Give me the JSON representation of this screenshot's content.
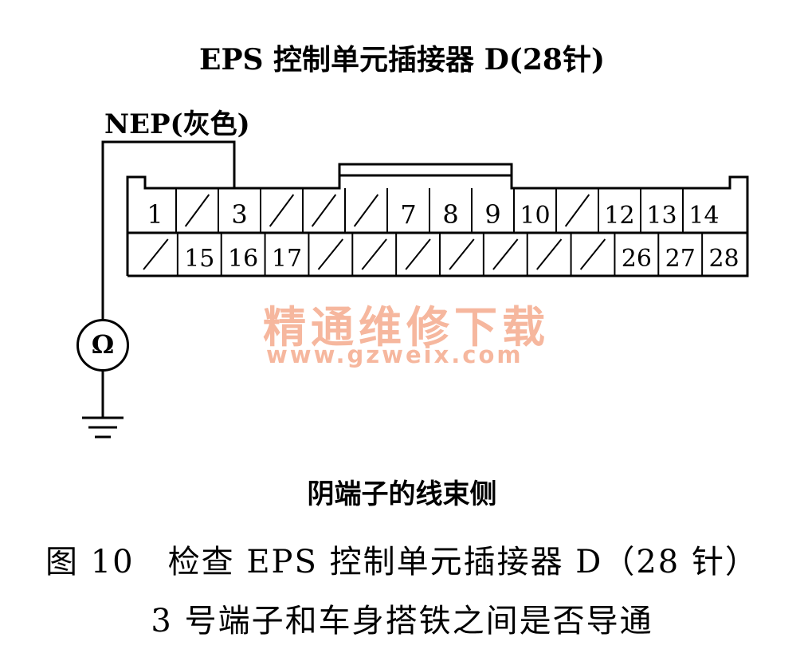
{
  "title": "EPS 控制单元插接器 D(28针)",
  "wire_label": "NEP(灰色)",
  "meter_symbol": "Ω",
  "ground_symbol": "ground-symbol",
  "connector": {
    "row1": [
      "1",
      "",
      "3",
      "",
      "",
      "",
      "7",
      "8",
      "9",
      "10",
      "",
      "12",
      "13",
      "14"
    ],
    "row2": [
      "",
      "15",
      "16",
      "17",
      "",
      "",
      "",
      "",
      "",
      "",
      "",
      "26",
      "27",
      "28"
    ]
  },
  "watermark": {
    "line1": "精通维修下载",
    "line2": "www.gzweix.com",
    "color": "#f6b79e"
  },
  "side_caption": "阴端子的线束侧",
  "figure_caption_line1": "图 10　检查 EPS 控制单元插接器 D（28 针）",
  "figure_caption_line2": "3 号端子和车身搭铁之间是否导通"
}
